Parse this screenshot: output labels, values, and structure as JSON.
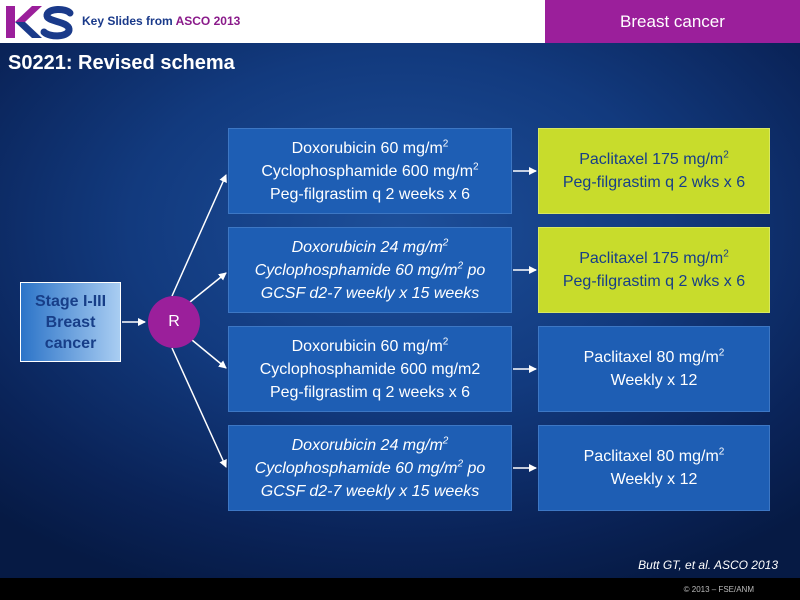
{
  "header": {
    "brand": "Key Slides from",
    "conference": "ASCO 2013",
    "topic": "Breast cancer"
  },
  "slide_title": "S0221: Revised schema",
  "stage_box": {
    "label": "Stage I-III Breast cancer"
  },
  "randomization": {
    "label": "R"
  },
  "arms": [
    {
      "treatment": [
        {
          "text": "Doxorubicin 60 mg/m",
          "sup": "2",
          "tail": ""
        },
        {
          "text": "Cyclophosphamide 600 mg/m",
          "sup": "2",
          "tail": ""
        },
        {
          "text": "Peg-filgrastim q 2 weeks x 6",
          "sup": "",
          "tail": ""
        }
      ],
      "then": [
        {
          "text": "Paclitaxel 175 mg/m",
          "sup": "2",
          "tail": ""
        },
        {
          "text": "Peg-filgrastim q 2 wks x 6",
          "sup": "",
          "tail": ""
        }
      ]
    },
    {
      "treatment": [
        {
          "text": "Doxorubicin 24 mg/m",
          "sup": "2",
          "tail": ""
        },
        {
          "text": "Cyclophosphamide 60 mg/m",
          "sup": "2",
          "tail": " po"
        },
        {
          "text": "GCSF d2-7 weekly x 15 weeks",
          "sup": "",
          "tail": ""
        }
      ],
      "then": [
        {
          "text": "Paclitaxel 175 mg/m",
          "sup": "2",
          "tail": ""
        },
        {
          "text": "Peg-filgrastim q 2 wks x 6",
          "sup": "",
          "tail": ""
        }
      ]
    },
    {
      "treatment": [
        {
          "text": "Doxorubicin 60 mg/m",
          "sup": "2",
          "tail": ""
        },
        {
          "text": "Cyclophosphamide 600 mg/m2",
          "sup": "",
          "tail": ""
        },
        {
          "text": "Peg-filgrastim q 2 weeks x 6",
          "sup": "",
          "tail": ""
        }
      ],
      "then": [
        {
          "text": "Paclitaxel 80 mg/m",
          "sup": "2",
          "tail": ""
        },
        {
          "text": "Weekly x 12",
          "sup": "",
          "tail": ""
        }
      ]
    },
    {
      "treatment": [
        {
          "text": "Doxorubicin 24 mg/m",
          "sup": "2",
          "tail": ""
        },
        {
          "text": "Cyclophosphamide 60 mg/m",
          "sup": "2",
          "tail": " po"
        },
        {
          "text": "GCSF d2-7 weekly x 15 weeks",
          "sup": "",
          "tail": ""
        }
      ],
      "then": [
        {
          "text": "Paclitaxel 80 mg/m",
          "sup": "2",
          "tail": ""
        },
        {
          "text": "Weekly x 12",
          "sup": "",
          "tail": ""
        }
      ]
    }
  ],
  "citation": "Butt GT, et al. ASCO 2013",
  "footer": {
    "copyright": "© 2013 – FSE/ANM"
  },
  "colors": {
    "background": "#123a7e",
    "arm_box": "#1e5eb4",
    "highlight_box": "#c8dc2c",
    "accent_purple": "#9b1f9b",
    "arrow": "#ffffff"
  }
}
